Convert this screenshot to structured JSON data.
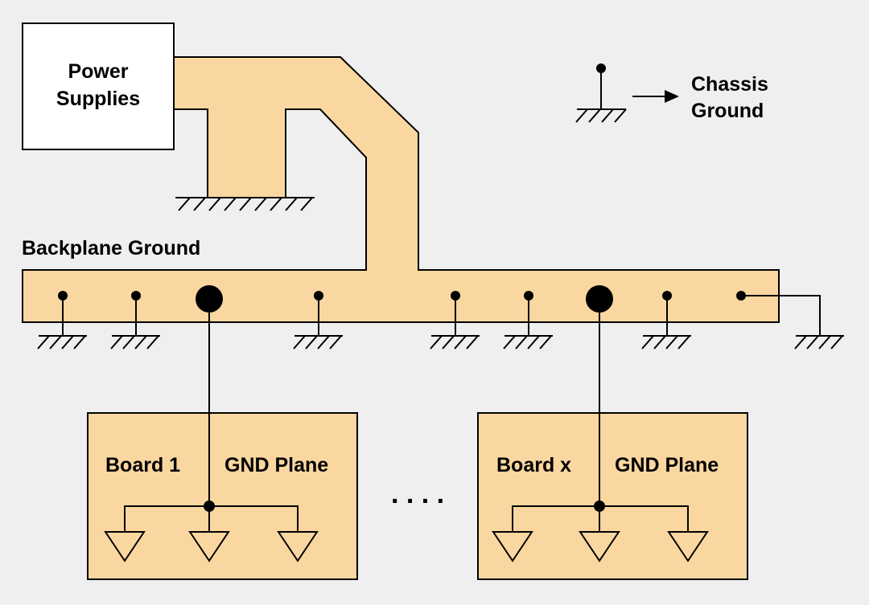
{
  "power_supplies": {
    "line1": "Power",
    "line2": "Supplies"
  },
  "legend": {
    "line1": "Chassis",
    "line2": "Ground"
  },
  "backplane": {
    "label": "Backplane Ground"
  },
  "boards": [
    {
      "name": "Board 1",
      "plane": "GND Plane"
    },
    {
      "name": "Board x",
      "plane": "GND Plane"
    }
  ],
  "ellipsis": ". . . .",
  "colors": {
    "copper": "#fad7a0",
    "background": "#efefef",
    "line": "#000000"
  }
}
